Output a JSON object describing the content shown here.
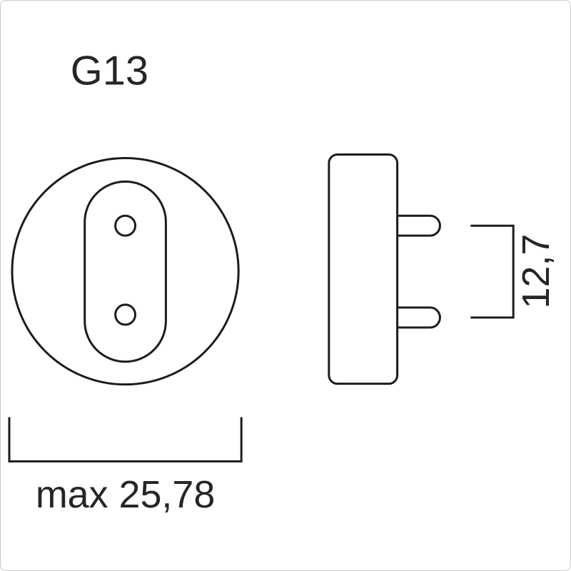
{
  "figure": {
    "title": "G13",
    "type": "lamp-base-technical-drawing",
    "labels": {
      "base_type": "G13",
      "pin_spacing_mm": "12,7",
      "max_diameter_mm": "max 25,78"
    },
    "colors": {
      "line": "#1c1c1c",
      "text": "#262626",
      "background": "#ffffff",
      "frame": "#c9c9c9"
    }
  }
}
